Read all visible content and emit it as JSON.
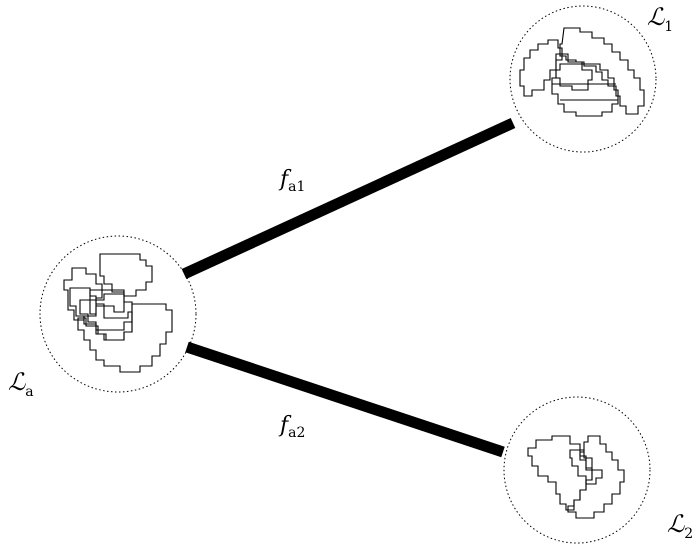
{
  "nodes": [
    {
      "id": "La",
      "label": "ℒ",
      "subscript": "a"
    },
    {
      "id": "L1",
      "label": "ℒ",
      "subscript": "1"
    },
    {
      "id": "L2",
      "label": "ℒ",
      "subscript": "2"
    }
  ],
  "edges": [
    {
      "from": "La",
      "to": "L1",
      "label": "f",
      "subscript": "a1"
    },
    {
      "from": "La",
      "to": "L2",
      "label": "f",
      "subscript": "a2"
    }
  ]
}
